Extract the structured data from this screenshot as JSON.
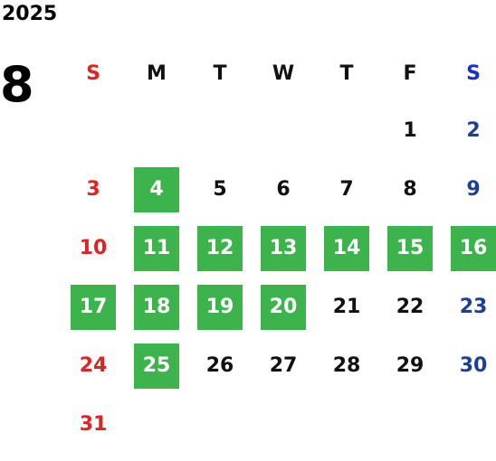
{
  "calendar": {
    "year": "2025",
    "month": "8",
    "colors": {
      "sunday": "#e02424",
      "saturday": "#1e3f94",
      "weekday": "#111111",
      "highlight_bg": "#3cb44b",
      "highlight_text": "#ffffff"
    },
    "weekdays": [
      {
        "label": "S",
        "kind": "sun"
      },
      {
        "label": "M",
        "kind": "wd"
      },
      {
        "label": "T",
        "kind": "wd"
      },
      {
        "label": "W",
        "kind": "wd"
      },
      {
        "label": "T",
        "kind": "wd"
      },
      {
        "label": "F",
        "kind": "wd"
      },
      {
        "label": "S",
        "kind": "sat"
      }
    ],
    "first_weekday_index": 5,
    "days_in_month": 31,
    "highlighted_days": [
      4,
      11,
      12,
      13,
      14,
      15,
      16,
      17,
      18,
      19,
      20,
      25
    ]
  }
}
